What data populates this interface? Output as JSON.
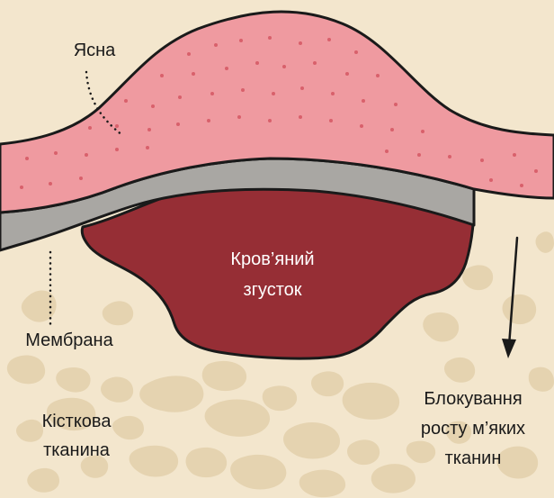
{
  "labels": {
    "gum": "Ясна",
    "membrane": "Мембрана",
    "clot_line1": "Кров’яний",
    "clot_line2": "згусток",
    "bone_line1": "Кісткова",
    "bone_line2": "тканина",
    "block_line1": "Блокування",
    "block_line2": "росту м’яких",
    "block_line3": "тканин"
  },
  "colors": {
    "bone": "#f3e6cd",
    "bone_particle": "#e5d3b0",
    "gum": "#ef9aa0",
    "gum_dot": "#d8606b",
    "membrane": "#a9a7a3",
    "clot": "#962e35",
    "outline": "#1a1a1a",
    "label_dark": "#1a1a1a",
    "label_light": "#ffffff"
  }
}
